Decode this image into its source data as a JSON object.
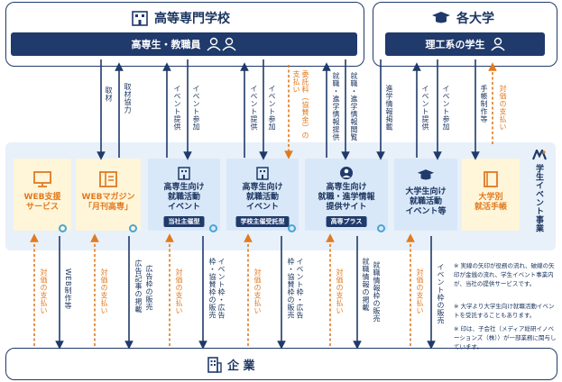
{
  "top_left": {
    "title": "高等専門学校",
    "bar": "高専生・教職員"
  },
  "top_right": {
    "title": "各大学",
    "bar": "理工系の学生"
  },
  "bottom": {
    "title": "企 業"
  },
  "brand": {
    "name": "学生イベント事業"
  },
  "cards": [
    {
      "label": "WEB支援\nサービス"
    },
    {
      "label": "WEBマガジン\n「月刊高専」"
    },
    {
      "label": "高専生向け\n就職活動\nイベント",
      "tag": "当社主催型"
    },
    {
      "label": "高専生向け\n就職活動\nイベント",
      "tag": "学校主催受託型"
    },
    {
      "label": "高専生向け\n就職・進学情報\n提供サイト",
      "tag": "高専プラス"
    },
    {
      "label": "大学生向け\n就職活動\nイベント等"
    },
    {
      "label": "大学別\n就活手帳"
    }
  ],
  "upper_labels": [
    "取材",
    "取材協力",
    "イベント提供",
    "イベント参加",
    "イベント提供",
    "イベント参加",
    "委託料（協賛金）の支払い",
    "就職・進学情報提供",
    "就職・進学情報閲覧",
    "進学情報掲載",
    "イベント提供",
    "イベント参加",
    "手帳制作等",
    "対価の支払い"
  ],
  "lower_labels": [
    "対価の支払い",
    "WEB制作等",
    "対価の支払い",
    "広告記事の掲載",
    "広告枠の販売",
    "対価の支払い",
    "イベント枠・広告枠・協賛枠の販売",
    "対価の支払い",
    "イベント枠・広告枠・協賛枠の販売",
    "対価の支払い",
    "就職情報の掲載",
    "就職情報枠の販売",
    "対価の支払い",
    "イベント枠の販売"
  ],
  "notes": [
    "※ 実線の矢印が役務の流れ、破線の矢印が金銭の流れ、学生イベント事業内が、当社の提供サービスです。",
    "※ 大学より大学生向け就職活動イベントを受託することもあります。",
    "※ 印は、子会社（メディア総研イノベーションズ（株））が一部業務に関与しています。"
  ],
  "colors": {
    "navy": "#1f3a6b",
    "orange": "#e07a1f",
    "band": "#e8f0fa",
    "yellow_card": "#fff5d9",
    "blue_card": "#d9e8f8"
  }
}
